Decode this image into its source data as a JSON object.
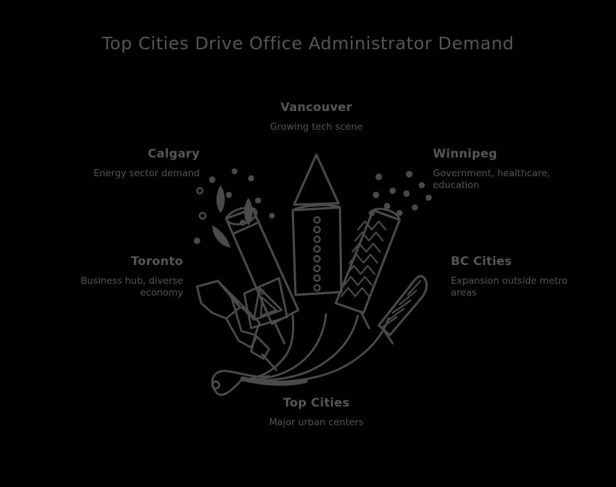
{
  "page": {
    "background_color": "#000000",
    "title": "Top Cities Drive Office Administrator Demand",
    "title_color": "#555555",
    "text_color": "#545454",
    "heading_color": "#565656",
    "stroke_color": "#4a4a4a"
  },
  "nodes": {
    "vancouver": {
      "title": "Vancouver",
      "desc": "Growing tech scene"
    },
    "calgary": {
      "title": "Calgary",
      "desc": "Energy sector demand"
    },
    "winnipeg": {
      "title": "Winnipeg",
      "desc": "Government, healthcare, education"
    },
    "toronto": {
      "title": "Toronto",
      "desc": "Business hub, diverse economy"
    },
    "bc_cities": {
      "title": "BC Cities",
      "desc": "Expansion outside metro areas"
    },
    "top_cities": {
      "title": "Top Cities",
      "desc": "Major urban centers"
    }
  },
  "illustration": {
    "name": "fireworks-bundle-illustration",
    "description": "Hand drawn bundle of five fireworks with fuses converging into a single lit fuse",
    "items": [
      {
        "name": "small-rocket",
        "detail": "rocket with fins, no sparks"
      },
      {
        "name": "tilted-tube-firework",
        "detail": "angled cylinder with triangle emblem emitting dots, rings and teardrop sparks"
      },
      {
        "name": "cone-top-rocket",
        "detail": "tall rocket with triangular cone and column of small circles"
      },
      {
        "name": "zigzag-firework",
        "detail": "cylinder with chevron zigzag pattern emitting solid dots"
      },
      {
        "name": "striped-firework",
        "detail": "small tapered tube with horizontal stripes"
      }
    ]
  }
}
